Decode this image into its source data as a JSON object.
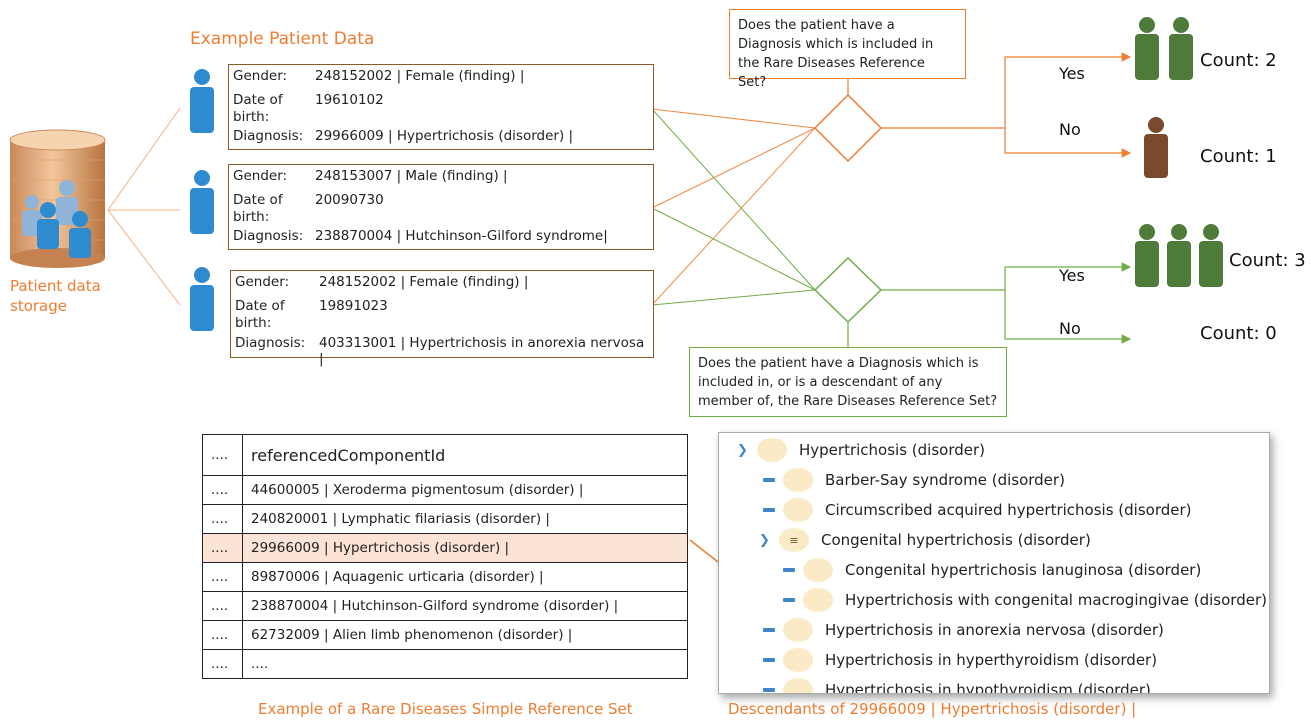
{
  "header": {
    "example_patient_title": "Example Patient Data"
  },
  "storage": {
    "label_line1": "Patient data",
    "label_line2": "storage"
  },
  "patients": [
    {
      "gender_key": "Gender:",
      "gender_val": "248152002 | Female (finding) |",
      "dob_key1": "Date of",
      "dob_key2": "birth:",
      "dob_val": "19610102",
      "diag_key": "Diagnosis:",
      "diag_val": "29966009 | Hypertrichosis (disorder) |"
    },
    {
      "gender_key": "Gender:",
      "gender_val": "248153007 | Male (finding) |",
      "dob_key1": "Date of",
      "dob_key2": "birth:",
      "dob_val": "20090730",
      "diag_key": "Diagnosis:",
      "diag_val": "238870004 | Hutchinson-Gilford syndrome|"
    },
    {
      "gender_key": "Gender:",
      "gender_val": "248152002 | Female (finding) |",
      "dob_key1": "Date of",
      "dob_key2": "birth:",
      "dob_val": "19891023",
      "diag_key": "Diagnosis:",
      "diag_val": "403313001 | Hypertrichosis in anorexia nervosa |"
    }
  ],
  "question1": {
    "text": "Does the patient have a Diagnosis which is included in the Rare Diseases Reference Set?",
    "yes": "Yes",
    "no": "No",
    "count_yes": "Count: 2",
    "count_no": "Count: 1"
  },
  "question2": {
    "text": "Does the patient have a Diagnosis which is included in, or is a descendant of any member of, the Rare Diseases Reference Set?",
    "yes": "Yes",
    "no": "No",
    "count_yes": "Count: 3",
    "count_no": "Count: 0"
  },
  "refset": {
    "header_col1": "....",
    "header_col2": "referencedComponentId",
    "rows": [
      {
        "c1": "....",
        "c2": "44600005 | Xeroderma pigmentosum (disorder) |",
        "highlight": false
      },
      {
        "c1": "....",
        "c2": "240820001 | Lymphatic filariasis (disorder) |",
        "highlight": false
      },
      {
        "c1": "....",
        "c2": "29966009 | Hypertrichosis (disorder) |",
        "highlight": true
      },
      {
        "c1": "....",
        "c2": "89870006 | Aquagenic urticaria (disorder) |",
        "highlight": false
      },
      {
        "c1": "....",
        "c2": "238870004 | Hutchinson-Gilford syndrome (disorder) |",
        "highlight": false
      },
      {
        "c1": "....",
        "c2": "62732009 | Alien limb phenomenon (disorder) |",
        "highlight": false
      },
      {
        "c1": "....",
        "c2": "....",
        "highlight": false
      }
    ],
    "caption": "Example of a Rare Diseases Simple Reference Set"
  },
  "tree": {
    "nodes": [
      {
        "label": "Hypertrichosis (disorder)",
        "marker": "chevron",
        "level": 0
      },
      {
        "label": "Barber-Say syndrome (disorder)",
        "marker": "dash",
        "level": 1
      },
      {
        "label": "Circumscribed acquired hypertrichosis (disorder)",
        "marker": "dash",
        "level": 1
      },
      {
        "label": "Congenital hypertrichosis (disorder)",
        "marker": "chevron",
        "level": 1,
        "lines_icon": true
      },
      {
        "label": "Congenital hypertrichosis lanuginosa (disorder)",
        "marker": "dash",
        "level": 2
      },
      {
        "label": "Hypertrichosis with congenital macrogingivae (disorder)",
        "marker": "dash",
        "level": 2
      },
      {
        "label": "Hypertrichosis in anorexia nervosa (disorder)",
        "marker": "dash",
        "level": 1
      },
      {
        "label": "Hypertrichosis in hyperthyroidism (disorder)",
        "marker": "dash",
        "level": 1
      },
      {
        "label": "Hypertrichosis in hypothyroidism (disorder)",
        "marker": "dash",
        "level": 1
      }
    ],
    "caption": "Descendants of 29966009 | Hypertrichosis (disorder) |"
  },
  "colors": {
    "orange": "#ED7D31",
    "green": "#70AD47",
    "blue": "#2E8BD0",
    "dark_green": "#4E7A3A",
    "brown": "#7A4A2E",
    "highlight": "#FBE3D6"
  }
}
